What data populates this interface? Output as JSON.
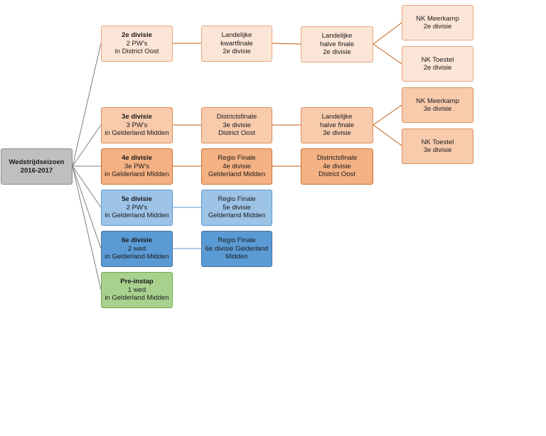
{
  "root": {
    "lines": [
      "Wedstrijdseizoen",
      "2016-2017"
    ]
  },
  "rows": [
    {
      "id": "d2",
      "divisie": [
        "2e divisie",
        "2 PW's",
        "in District Oost"
      ],
      "stage2": [
        "Landelijke",
        "kwartfinale",
        "2e divisie"
      ],
      "stage3": [
        "Landelijke",
        "halve finale",
        "2e divisie"
      ],
      "finals": [
        [
          "NK Meerkamp",
          "2e divisie"
        ],
        [
          "NK Toestel",
          "2e divisie"
        ]
      ]
    },
    {
      "id": "d3",
      "divisie": [
        "3e divisie",
        "3 PW's",
        "in Gelderland Midden"
      ],
      "stage2": [
        "Districtsfinale",
        "3e divisie",
        "District Oost"
      ],
      "stage3": [
        "Landelijke",
        "halve finale",
        "3e divisie"
      ],
      "finals": [
        [
          "NK Meerkamp",
          "3e divisie"
        ],
        [
          "NK Toestel",
          "3e divisie"
        ]
      ]
    },
    {
      "id": "d4",
      "divisie": [
        "4e divisie",
        "3e PW's",
        "in Gelderland MIdden"
      ],
      "stage2": [
        "Regio Finale",
        "4e divisie",
        "Gelderland Midden"
      ],
      "stage3": [
        "Districtsfinale",
        "4e divisie",
        "District Oost"
      ]
    },
    {
      "id": "d5",
      "divisie": [
        "5e divisie",
        "2 PW's",
        "in Gelderland Midden"
      ],
      "stage2": [
        "Regio Finale",
        "5e divisie",
        "Gelderland Midden"
      ]
    },
    {
      "id": "d6",
      "divisie": [
        "6e divisie",
        "2 wed",
        "in Gelderland Midden"
      ],
      "stage2": [
        "Regio Finale",
        "6e divisie Gelderland",
        "Midden"
      ]
    },
    {
      "id": "pre",
      "divisie": [
        "Pre-instap",
        "1 wed",
        "in Gelderland Midden"
      ]
    }
  ],
  "colors": {
    "connector_root": "#7f7f7f",
    "connector_orange": "#c55a11",
    "connector_blue": "#5b9bd5"
  }
}
